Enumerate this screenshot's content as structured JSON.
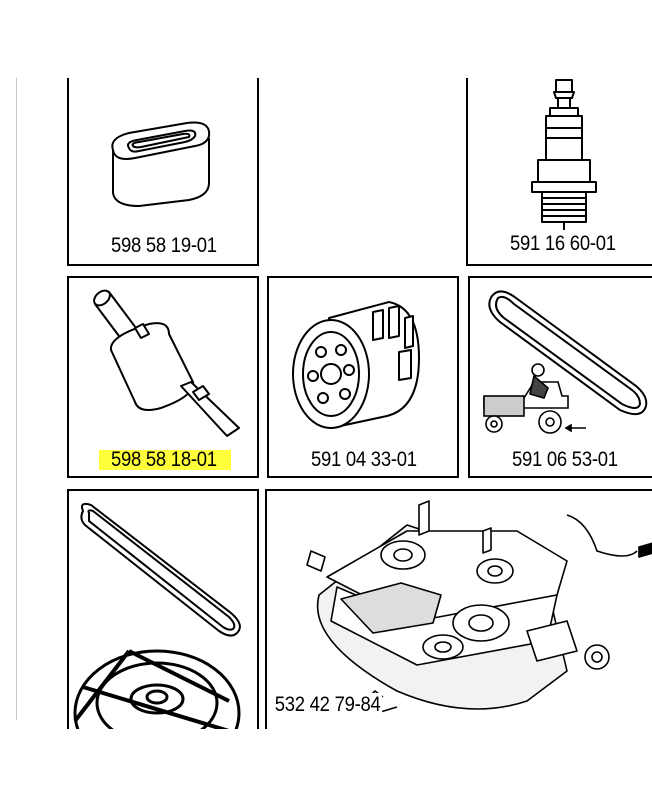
{
  "parts": [
    {
      "part_number": "598 58 19-01",
      "image": "air-filter-icon"
    },
    {
      "part_number": "591 16 60-01",
      "image": "spark-plug-icon"
    },
    {
      "part_number": "598 58 18-01",
      "image": "fuel-filter-icon",
      "highlighted": true
    },
    {
      "part_number": "591 04 33-01",
      "image": "oil-filter-icon"
    },
    {
      "part_number": "591 06 53-01",
      "image": "drive-belt-tractor-icon"
    },
    {
      "part_number": "",
      "image": "deck-belt-icon"
    },
    {
      "part_number": "532 42 79-84",
      "image": "mower-deck-icon"
    }
  ],
  "colors": {
    "highlight": "#ffff3a",
    "line": "#000000"
  }
}
